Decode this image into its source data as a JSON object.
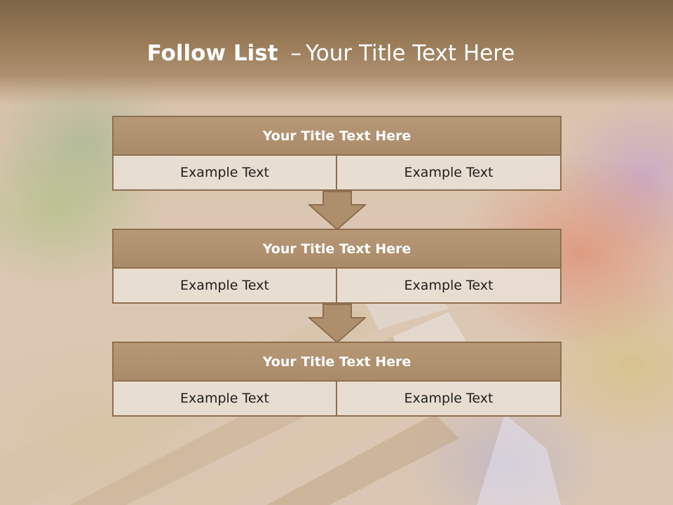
{
  "slide": {
    "title_bold": "Follow List",
    "title_dash": "–",
    "title_rest": "Your Title Text Here"
  },
  "blocks": [
    {
      "title": "Your Title Text Here",
      "cells": [
        "Example Text",
        "Example Text"
      ]
    },
    {
      "title": "Your Title Text Here",
      "cells": [
        "Example Text",
        "Example Text"
      ]
    },
    {
      "title": "Your Title Text Here",
      "cells": [
        "Example Text",
        "Example Text"
      ]
    }
  ],
  "colors": {
    "header": "#997b58",
    "box_fill": "#ae8f6d",
    "box_border": "#8e6f4e",
    "cell_fill": "#e8ded4",
    "title_text": "#ffffff",
    "cell_text": "#1e1e1e"
  },
  "icons": {
    "flow_arrow": "down-arrow-icon"
  }
}
